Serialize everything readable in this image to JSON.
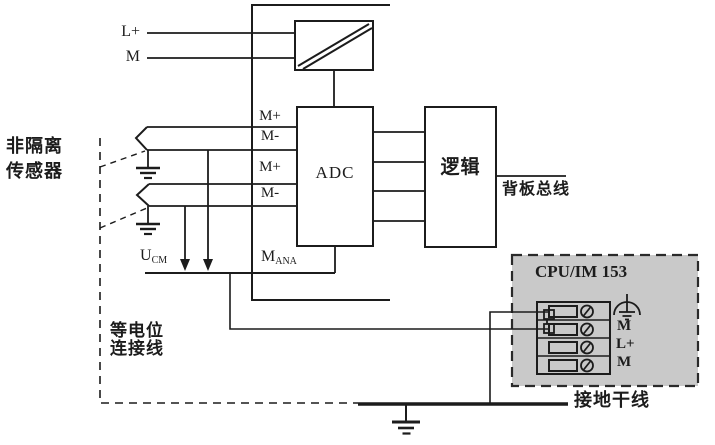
{
  "colors": {
    "ink": "#1c1c1c",
    "paper": "#ffffff",
    "cpu_box_fill": "#c9c9c9"
  },
  "power_labels": {
    "l_plus": "L+",
    "m": "M"
  },
  "sensor_label": {
    "line1": "非隔离",
    "line2": "传感器"
  },
  "input_rows": {
    "row1": "M+",
    "row2": "M-",
    "row3": "M+",
    "row4": "M-"
  },
  "ucm": {
    "base": "U",
    "sub": "CM"
  },
  "mana": {
    "base": "M",
    "sub": "ANA"
  },
  "adc_label": "ADC",
  "logic_label": "逻辑",
  "backplane_label": "背板总线",
  "equipotential_label": {
    "line1": "等电位",
    "line2": "连接线"
  },
  "cpu": {
    "title": "CPU/IM 153",
    "terminal_2": "M",
    "terminal_3": "L+",
    "terminal_4": "M"
  },
  "ground_trunk_label": "接地干线",
  "icons": {
    "isolation_barrier": "isolation-barrier-icon",
    "sensor_earth_1": "earth-ground-icon",
    "sensor_earth_2": "earth-ground-icon",
    "ucm_arrows": "down-arrow-icon",
    "pe_terminal": "protective-earth-icon",
    "screw_terminals": "screw-terminal-icon",
    "trunk_earth": "earth-ground-icon"
  }
}
